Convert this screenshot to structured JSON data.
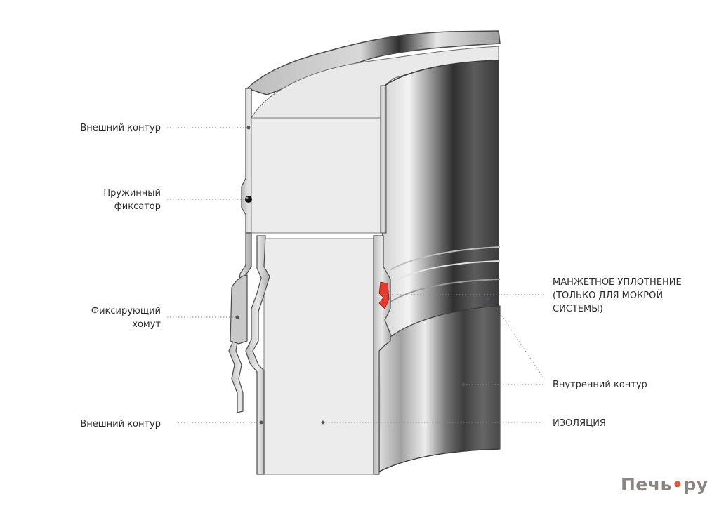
{
  "labels": {
    "outer_top": "Внешний контур",
    "spring": "Пружинный\nфиксатор",
    "clamp": "Фиксирующий\nхомут",
    "outer_bottom": "Внешний контур",
    "seal": "МАНЖЕТНОЕ УПЛОТНЕНИЕ\n(ТОЛЬКО ДЛЯ МОКРОЙ\nСИСТЕМЫ)",
    "inner": "Внутренний контур",
    "insulation": "ИЗОЛЯЦИЯ"
  },
  "logo": {
    "text_main": "Печь",
    "text_dot": "•",
    "text_tail": "ру"
  },
  "colors": {
    "accent_red": "#e8392c",
    "leader": "#8a8a8a",
    "logo_grey": "#8b8582",
    "logo_accent": "#e05a3a"
  }
}
